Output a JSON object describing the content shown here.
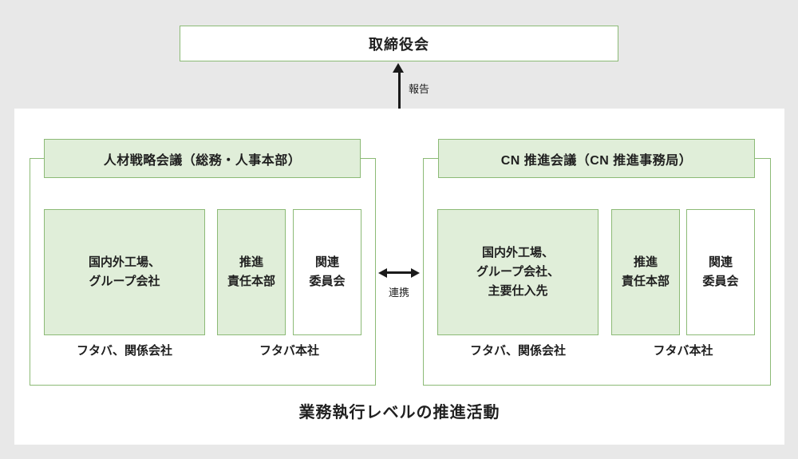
{
  "colors": {
    "bg": "#e8e8e8",
    "panel": "#ffffff",
    "green-border": "#8cba76",
    "green-fill": "#e0eed9",
    "ink": "#1f1f1f",
    "line": "#1a1a1a"
  },
  "board": {
    "label": "取締役会"
  },
  "arrows": {
    "report": "報告",
    "collaboration": "連携"
  },
  "groups": [
    {
      "header": "人材戦略会議（総務・人事本部）",
      "boxes": {
        "sites": "国内外工場、\nグループ会社",
        "promotion_hq": "推進\n責任本部",
        "committee": "関連\n委員会"
      },
      "labels": {
        "affiliates": "フタバ、関係会社",
        "headquarters": "フタバ本社"
      }
    },
    {
      "header": "CN 推進会議（CN 推進事務局）",
      "boxes": {
        "sites": "国内外工場、\nグループ会社、\n主要仕入先",
        "promotion_hq": "推進\n責任本部",
        "committee": "関連\n委員会"
      },
      "labels": {
        "affiliates": "フタバ、関係会社",
        "headquarters": "フタバ本社"
      }
    }
  ],
  "title": "業務執行レベルの推進活動"
}
